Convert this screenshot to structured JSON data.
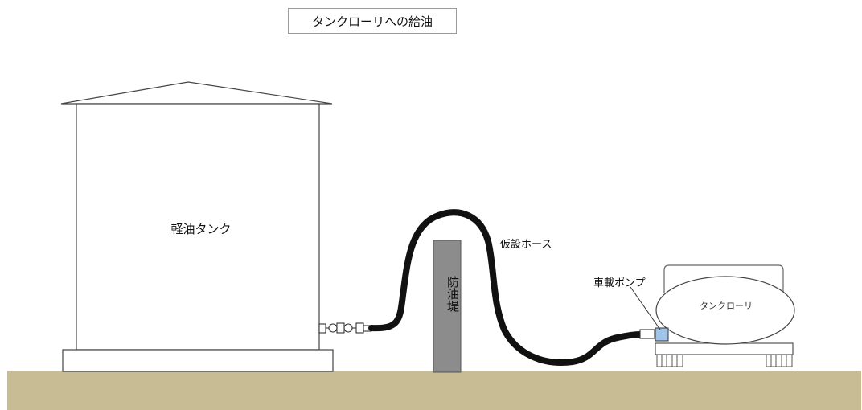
{
  "title": "タンクローリへの給油",
  "labels": {
    "diesel_tank": "軽油タンク",
    "oil_dike": "防油堤",
    "temporary_hose": "仮設ホース",
    "onboard_pump": "車載ポンプ",
    "tank_lorry": "タンクローリ"
  },
  "colors": {
    "ground": "#c8bc94",
    "dike": "#8c8c8c",
    "hose": "#111111",
    "pump": "#9fc4e8",
    "outline": "#333333"
  }
}
